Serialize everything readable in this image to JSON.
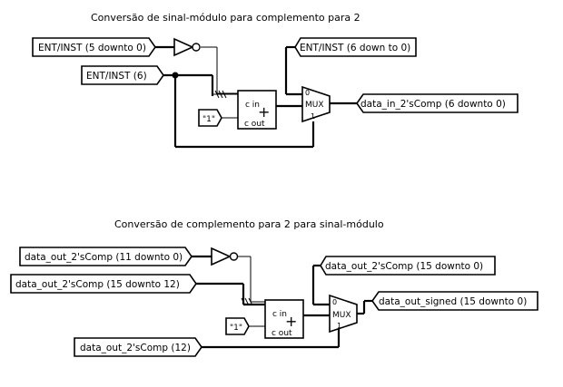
{
  "diagram1": {
    "title": "Conversão de sinal-módulo para complemento para 2",
    "in_low": "ENT/INST (5 downto 0)",
    "in_sign": "ENT/INST (6)",
    "out_top": "ENT/INST (6 down to 0)",
    "out_main": "data_in_2'sComp (6 downto 0)",
    "const": "\"1\"",
    "adder_cin": "c in",
    "adder_cout": "c out",
    "adder_op": "+",
    "mux_label": "MUX",
    "mux_sel0": "0",
    "mux_sel1": "1"
  },
  "diagram2": {
    "title": "Conversão de complemento para 2 para sinal-módulo",
    "in_low": "data_out_2'sComp (11 downto 0)",
    "in_full": "data_out_2'sComp (15 downto 12)",
    "in_sign": "data_out_2'sComp (12)",
    "out_top": "data_out_2'sComp (15 downto 0)",
    "out_main": "data_out_signed (15 downto 0)",
    "const": "\"1\"",
    "adder_cin": "c in",
    "adder_cout": "c out",
    "adder_op": "+",
    "mux_label": "MUX",
    "mux_sel0": "0",
    "mux_sel1": "1"
  }
}
